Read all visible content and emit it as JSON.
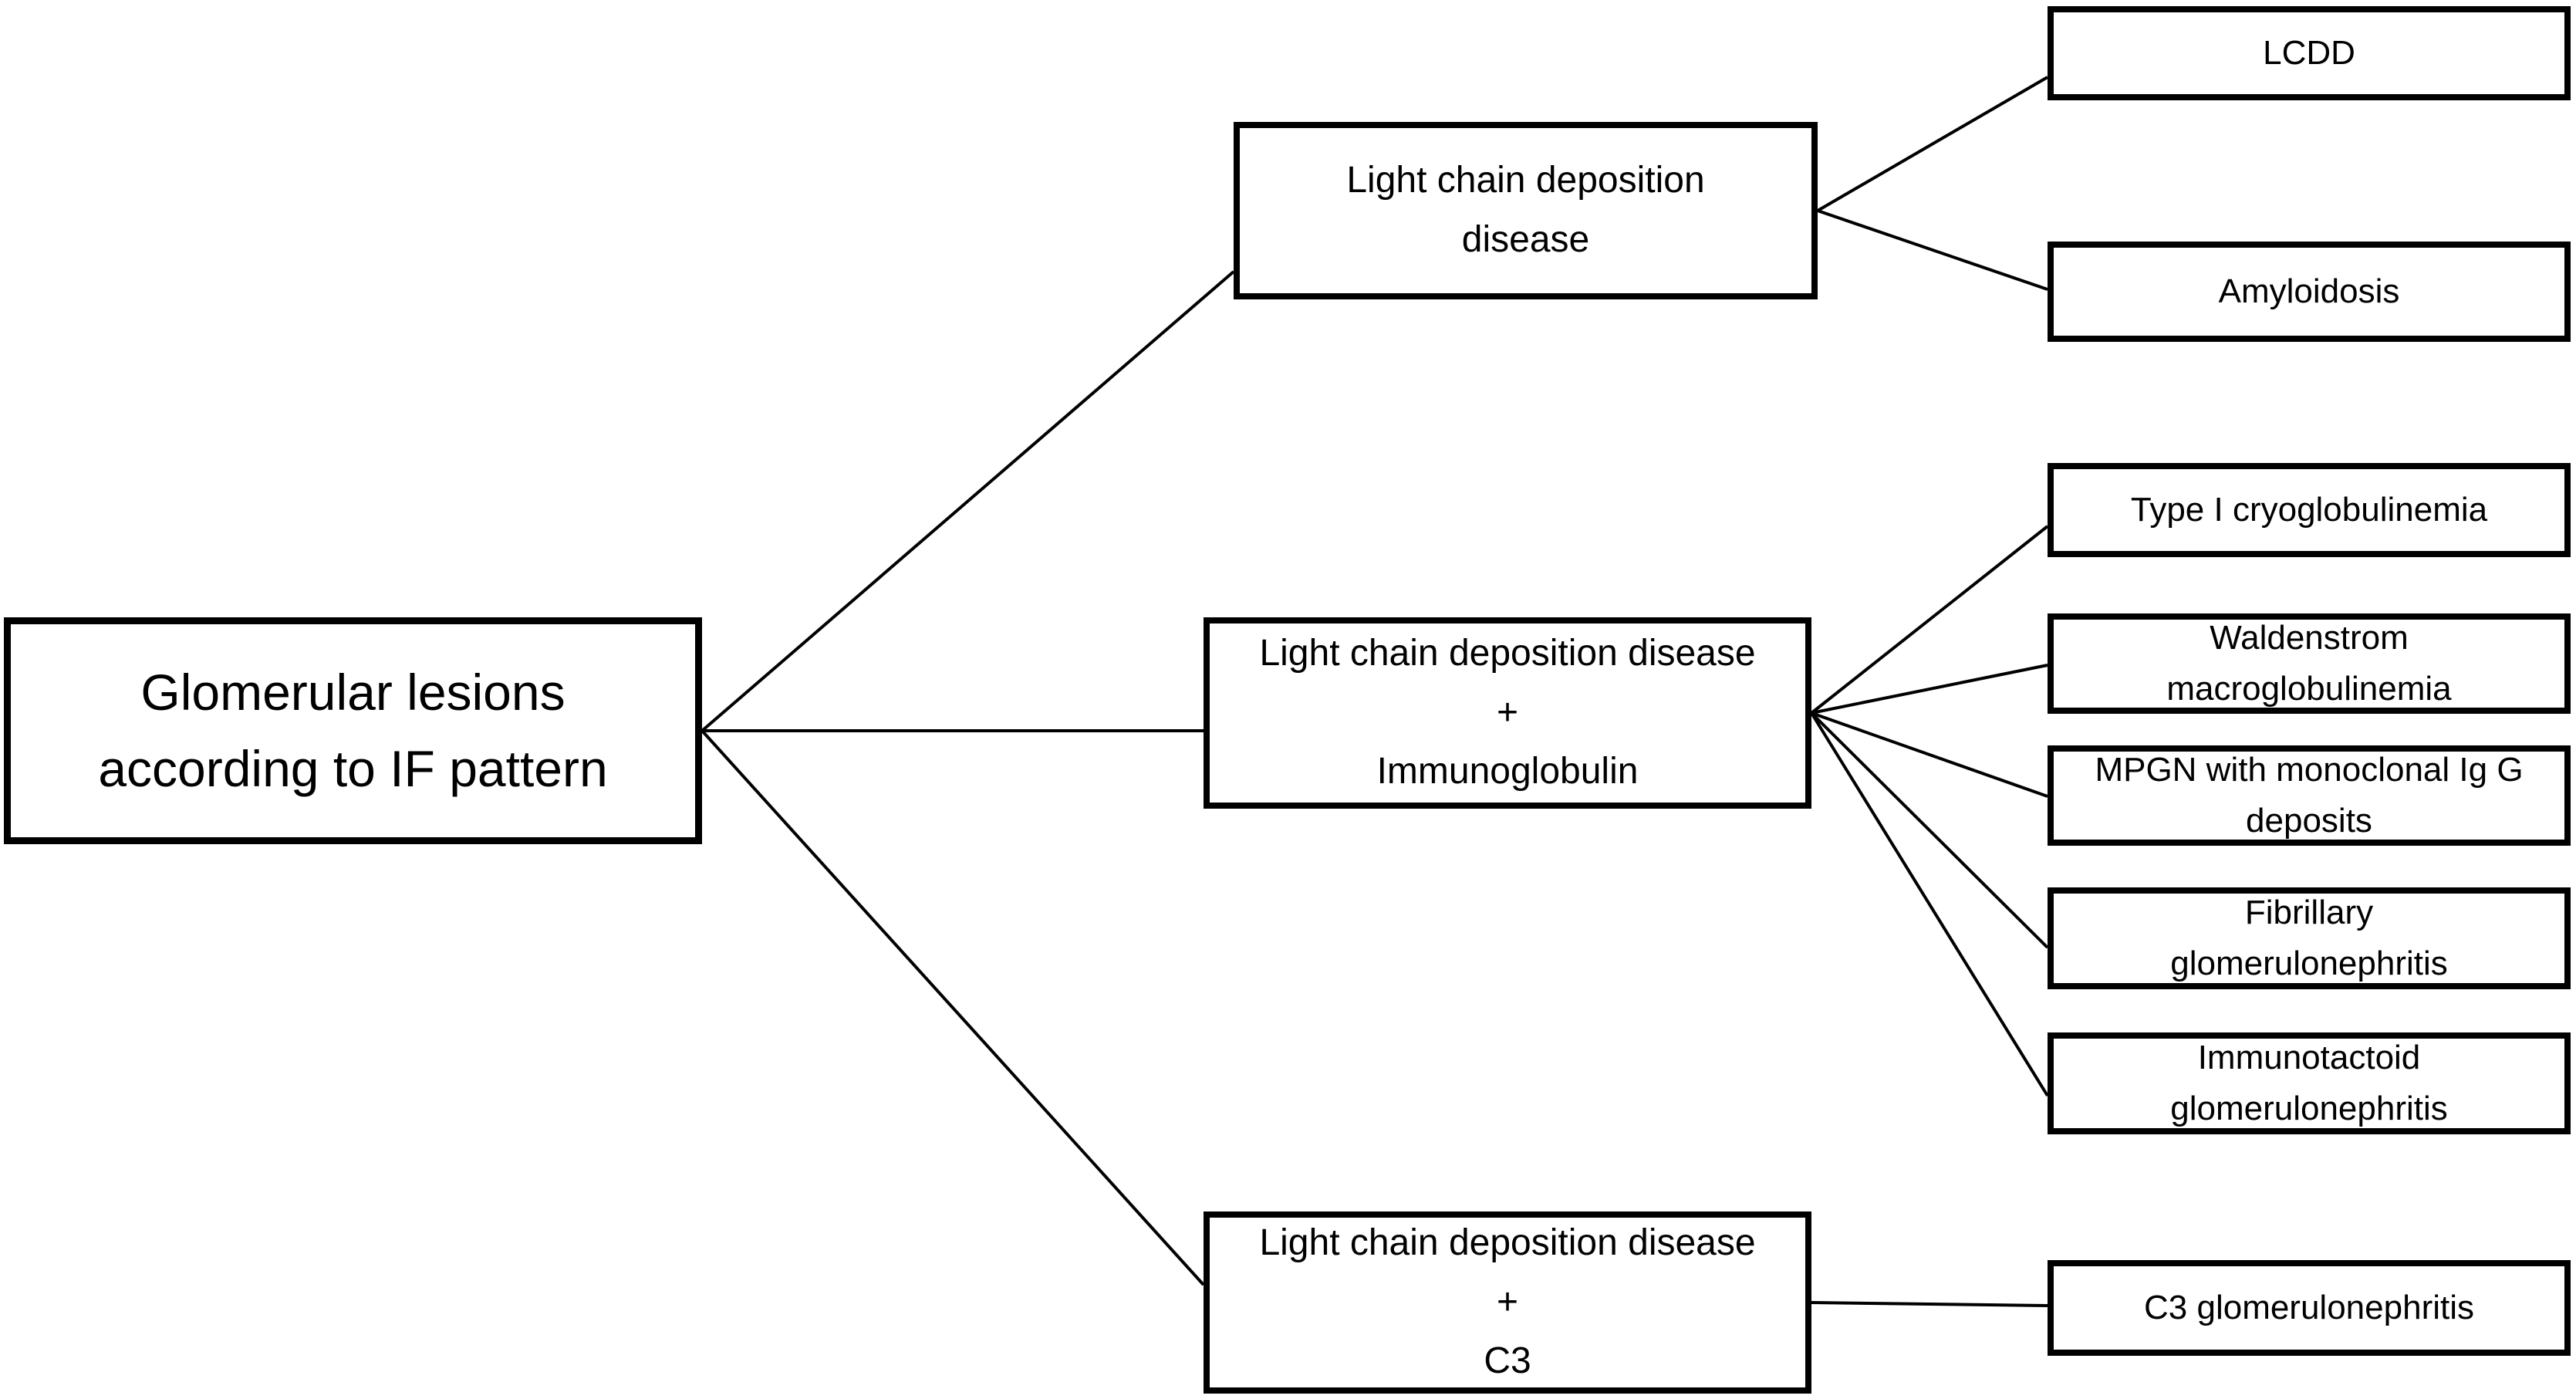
{
  "diagram_title": "Glomerular lesions according to IF pattern",
  "colors": {
    "background": "#ffffff",
    "box_fill": "#ffffff",
    "box_border": "#000000",
    "line": "#000000",
    "text": "#000000"
  },
  "nodes": {
    "root": {
      "label": "Glomerular lesions\naccording to IF pattern"
    },
    "branches": [
      {
        "label": "Light chain deposition\ndisease"
      },
      {
        "label": "Light chain deposition disease\n+\nImmunoglobulin"
      },
      {
        "label": "Light chain deposition disease\n+\nC3"
      }
    ],
    "leaves": [
      {
        "label": "LCDD"
      },
      {
        "label": "Amyloidosis"
      },
      {
        "label": "Type I cryoglobulinemia"
      },
      {
        "label": "Waldenstrom\nmacroglobulinemia"
      },
      {
        "label": "MPGN with monoclonal Ig G\ndeposits"
      },
      {
        "label": "Fibrillary\nglomerulonephritis"
      },
      {
        "label": "Immunotactoid\nglomerulonephritis"
      },
      {
        "label": "C3 glomerulonephritis"
      }
    ]
  }
}
